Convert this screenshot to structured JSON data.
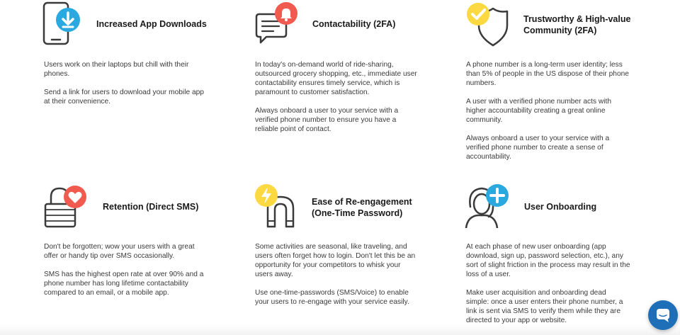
{
  "features": [
    {
      "title": "Increased App Downloads",
      "icon": "phone-download-icon",
      "paragraphs": [
        "Users work on their laptops but chill with their phones.",
        "Send a link for users to download your mobile app at their convenience."
      ]
    },
    {
      "title": "Contactability (2FA)",
      "icon": "chat-bell-icon",
      "paragraphs": [
        "In today's on-demand world of ride-sharing, outsourced grocery shopping, etc., immediate user contactability ensures timely service, which is paramount to customer satisfaction.",
        "Always onboard a user to your service with a verified phone number to ensure you have a reliable point of contact."
      ]
    },
    {
      "title_lines": [
        "Trustworthy & High-value",
        "Community (2FA)"
      ],
      "icon": "shield-check-icon",
      "paragraphs": [
        "A phone number is a long-term user identity; less than 5% of people in the US dispose of their phone numbers.",
        "A user with a verified phone number acts with higher accountability creating a great online community.",
        "Always onboard a user to your service with a verified phone number to create a sense of accountability."
      ]
    },
    {
      "title": "Retention (Direct SMS)",
      "icon": "lock-heart-icon",
      "paragraphs": [
        "Don't be forgotten; wow your users with a great offer or handy tip over SMS occasionally.",
        "SMS has the highest open rate at over 90% and a phone number has long lifetime contactability compared to an email, or a mobile app."
      ]
    },
    {
      "title_lines": [
        "Ease of Re-engagement",
        "(One-Time Password)"
      ],
      "icon": "magnet-lightning-icon",
      "paragraphs": [
        "Some activities are seasonal, like traveling, and users often forget how to login. Don't let this be an opportunity for your competitors to whisk your users away.",
        "Use one-time-passwords (SMS/Voice) to enable your users to re-engage with your service easily."
      ]
    },
    {
      "title": "User Onboarding",
      "icon": "user-plus-icon",
      "paragraphs": [
        "At each phase of new user onboarding (app download, sign up, password selection, etc.), any sort of slight friction in the process may result in the loss of a user.",
        "Make user acquisition and onboarding dead simple: once a user enters their phone number, a link is sent via SMS to verify them while they are directed to your app or website."
      ]
    }
  ],
  "chat_widget": {
    "icon": "chat-bubble-icon"
  },
  "colors": {
    "blue": "#2aa8e0",
    "red": "#f05a4f",
    "yellow": "#fcd940",
    "chat": "#1f6fb8",
    "stroke": "#3a3a3a"
  }
}
